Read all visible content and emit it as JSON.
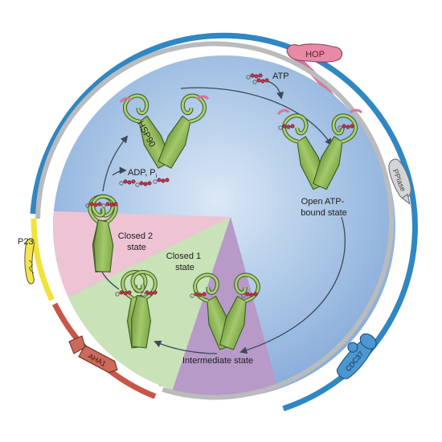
{
  "cycle": {
    "atp": "ATP",
    "adp_pi": "ADP, P",
    "adp_pi_sub": "i",
    "hsp90": "HSP90",
    "open_state_line1": "Open ATP-",
    "open_state_line2": "bound state",
    "intermediate_state": "Intermediate state",
    "closed1_line1": "Closed 1",
    "closed1_line2": "state",
    "closed2_line1": "Closed 2",
    "closed2_line2": "state"
  },
  "cochaperones": {
    "hop": "HOP",
    "ppiase": "PPIase",
    "cdc37": "CDC37",
    "aha1": "AHA1",
    "p23": "P23"
  },
  "colors": {
    "background_inner": "#c2d8ee",
    "background_outer": "#8fb2dd",
    "closed2_sector": "#eec4d5",
    "closed1_sector": "#c9e2b7",
    "intermediate_sector": "#b79ac8",
    "ring_grey": "#b9bbbd",
    "ring_pink": "#d8739c",
    "ring_blue": "#2f87c3",
    "arc_yellow": "#f2e23b",
    "arc_red": "#c85648",
    "hsp90_green": "#8ab856",
    "hop_color": "#e88aa6",
    "ppiase_color": "#d3d5d7",
    "cdc37_color": "#4c97d2",
    "aha1_color": "#cc6a5b",
    "p23_color": "#f2e452"
  }
}
